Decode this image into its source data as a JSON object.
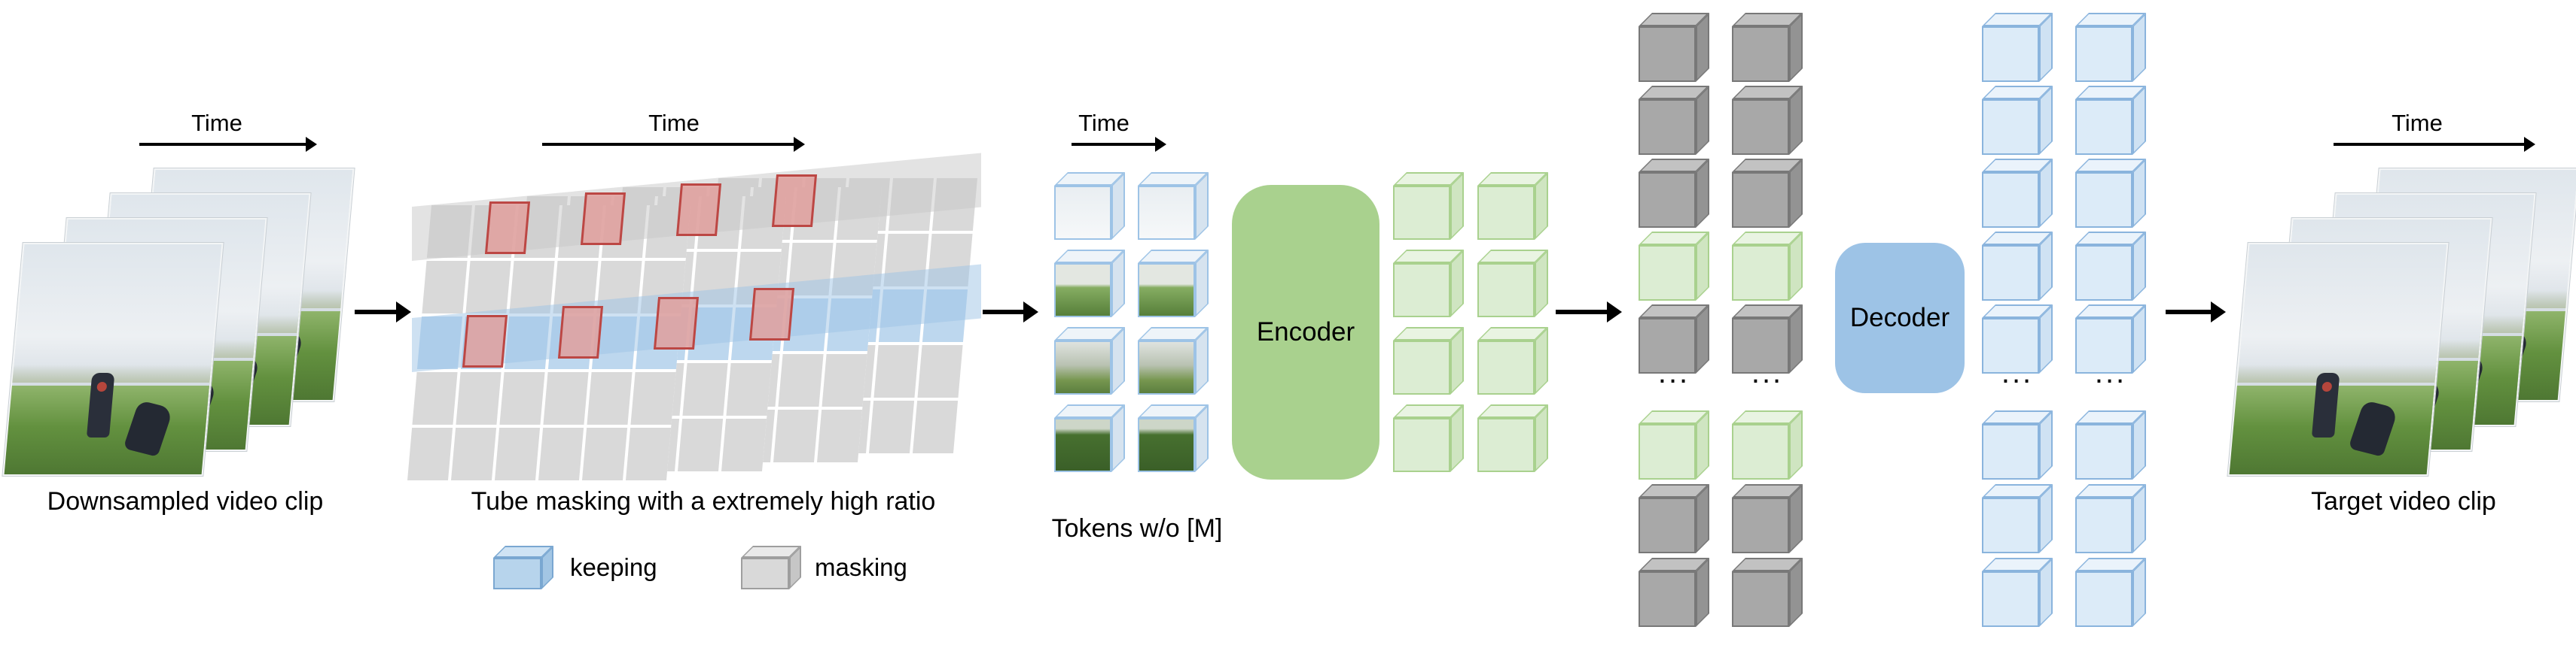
{
  "labels": {
    "time": "Time",
    "input_caption": "Downsampled video clip",
    "mask_caption": "Tube masking with a extremely high ratio",
    "tokens_caption": "Tokens w/o [M]",
    "encoder": "Encoder",
    "decoder": "Decoder",
    "target_caption": "Target video clip",
    "legend_keep": "keeping",
    "legend_mask": "masking",
    "ellipsis": "..."
  },
  "colors": {
    "encoder_fill": "#a9d18e",
    "decoder_fill": "#9dc3e6",
    "keep_fill": "#bdd7ee",
    "mask_fill": "#d9d9d9",
    "red_highlight": "#bc4744",
    "token_border": "#9dc3e6",
    "token_row_fronts": [
      "linear-gradient(180deg,#e9eef2 0%,#f6f8f9 100%)",
      "linear-gradient(180deg,#e3e7e1 0%,#e3e7e1 38%,#86ad62 45%,#567f3a 100%)",
      "linear-gradient(180deg,#dfe3df 0%,#b9c2b2 45%,#76964f 75%,#5c7f3f 100%)",
      "linear-gradient(180deg,#cdd6c8 0%,#cdd6c8 18%,#47702f 30%,#3a5f28 100%)"
    ],
    "cube_gray": {
      "front": "#a8a8a8",
      "top": "#c2c2c2",
      "side": "#939393",
      "border": "#787878"
    },
    "cube_green": {
      "front": "#dcedd3",
      "top": "#e9f4e2",
      "side": "#cfe5c1",
      "border": "#a9d18e"
    },
    "cube_blue": {
      "front": "#dcebf8",
      "top": "#eaf3fb",
      "side": "#cfe2f3",
      "border": "#8ab4dd"
    },
    "legend_keep_cube": {
      "front": "#b7d4ec",
      "top": "#cfe3f4",
      "side": "#a3c6e4",
      "border": "#7aa7d1"
    },
    "legend_mask_cube": {
      "front": "#d9d9d9",
      "top": "#e9e9e9",
      "side": "#c6c6c6",
      "border": "#9e9e9e"
    }
  },
  "structure": {
    "input_frames": 4,
    "target_frames": 4,
    "mask_panels": 4,
    "mask_grid_rows": 5,
    "mask_grid_cols": 6,
    "token_grid": {
      "rows": 4,
      "cols": 2
    },
    "encoder_output_grid": {
      "rows": 4,
      "cols": 2
    },
    "latent_columns": {
      "cols": 2,
      "above": [
        "masked",
        "masked",
        "masked",
        "visible",
        "masked"
      ],
      "below": [
        "visible",
        "masked",
        "masked"
      ]
    },
    "decoder_columns": {
      "cols": 2,
      "above": [
        "token",
        "token",
        "token",
        "token",
        "token"
      ],
      "below": [
        "token",
        "token",
        "token"
      ]
    }
  }
}
